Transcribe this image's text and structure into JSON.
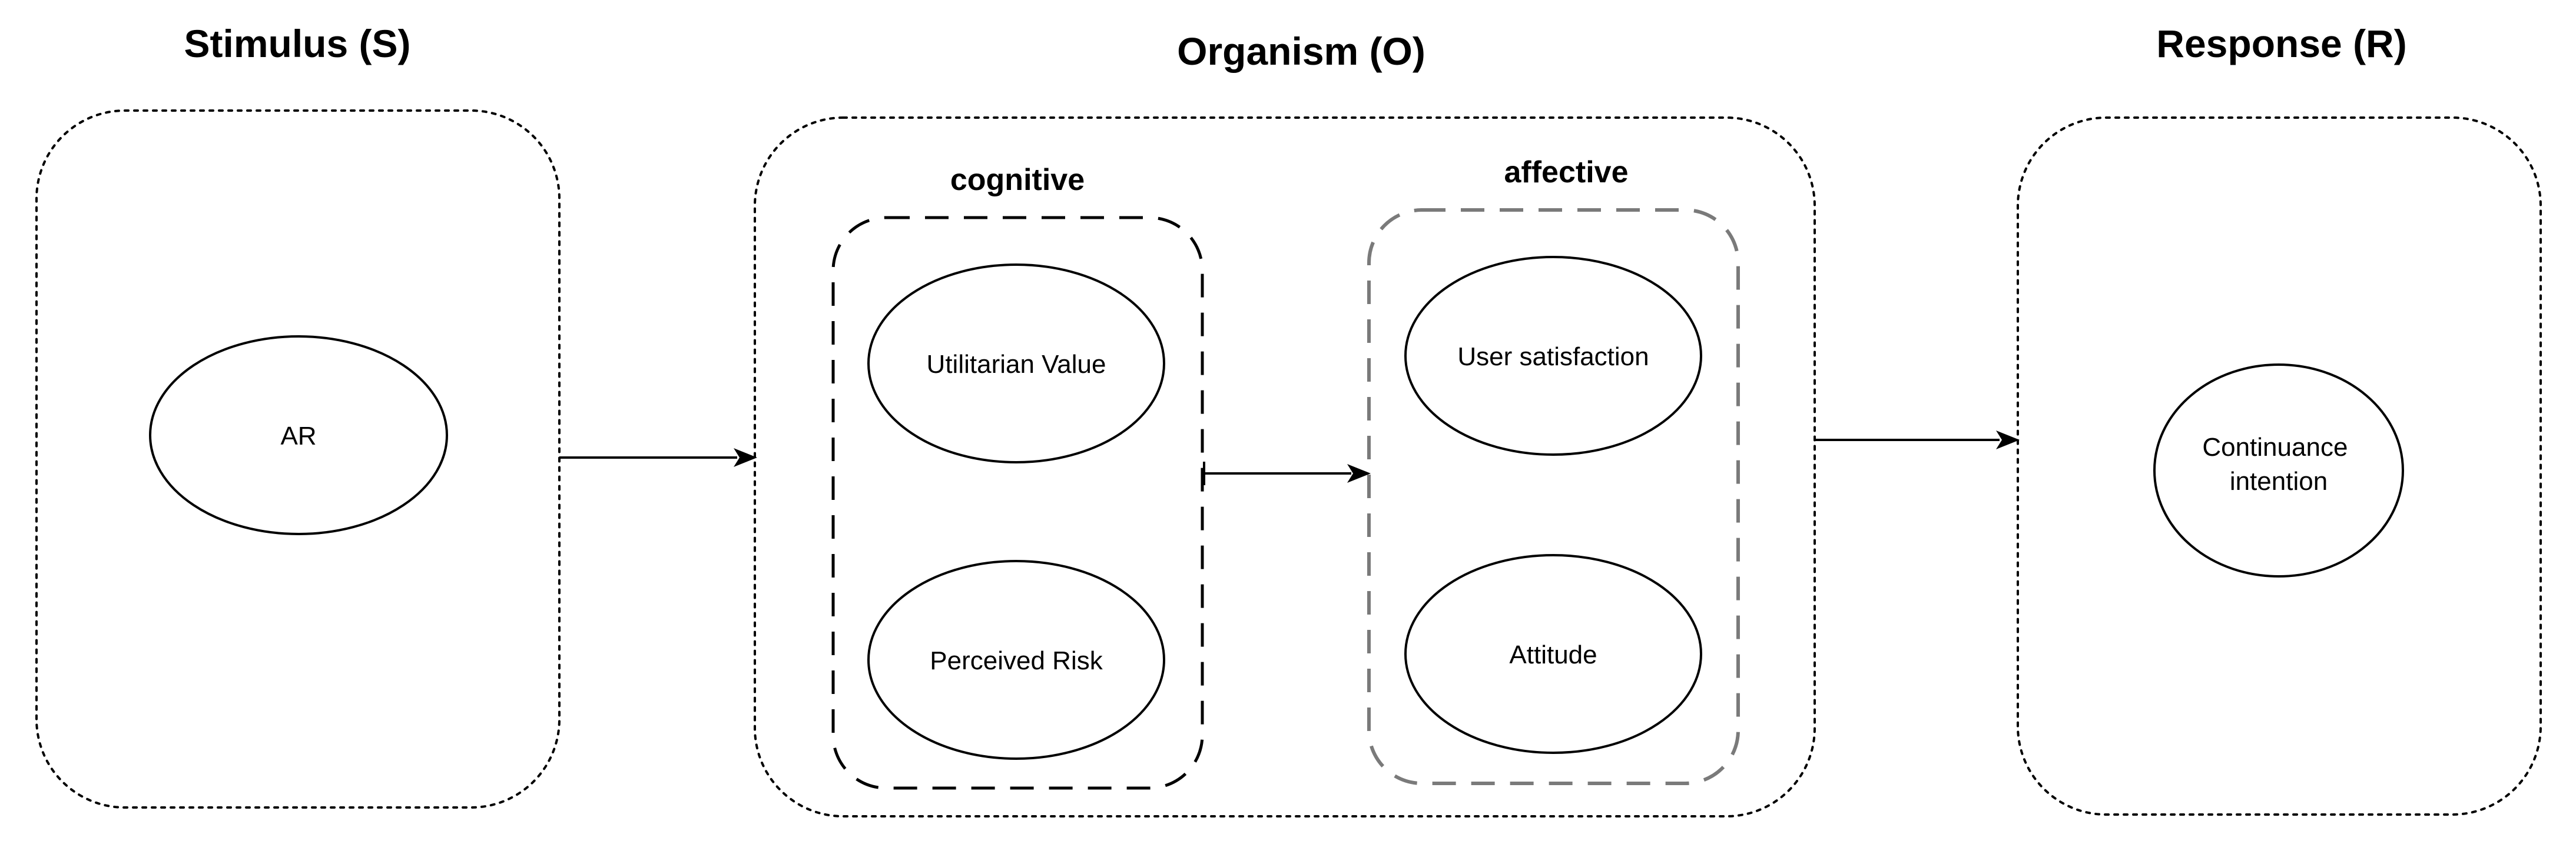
{
  "stages": {
    "stimulus": {
      "title": "Stimulus (S)"
    },
    "organism": {
      "title": "Organism (O)"
    },
    "response": {
      "title": "Response (R)"
    }
  },
  "groups": {
    "cognitive": {
      "label": "cognitive"
    },
    "affective": {
      "label": "affective"
    }
  },
  "nodes": {
    "ar": {
      "label": "AR"
    },
    "utilitarian_value": {
      "label": "Utilitarian Value"
    },
    "perceived_risk": {
      "label": "Perceived Risk"
    },
    "user_satisfaction": {
      "label": "User satisfaction"
    },
    "attitude": {
      "label": "Attitude"
    },
    "continuance_intention": {
      "lines": [
        "Continuance",
        "intention"
      ]
    }
  },
  "edges": [
    {
      "from": "stimulus",
      "to": "organism"
    },
    {
      "from": "cognitive",
      "to": "affective"
    },
    {
      "from": "organism",
      "to": "response"
    }
  ]
}
